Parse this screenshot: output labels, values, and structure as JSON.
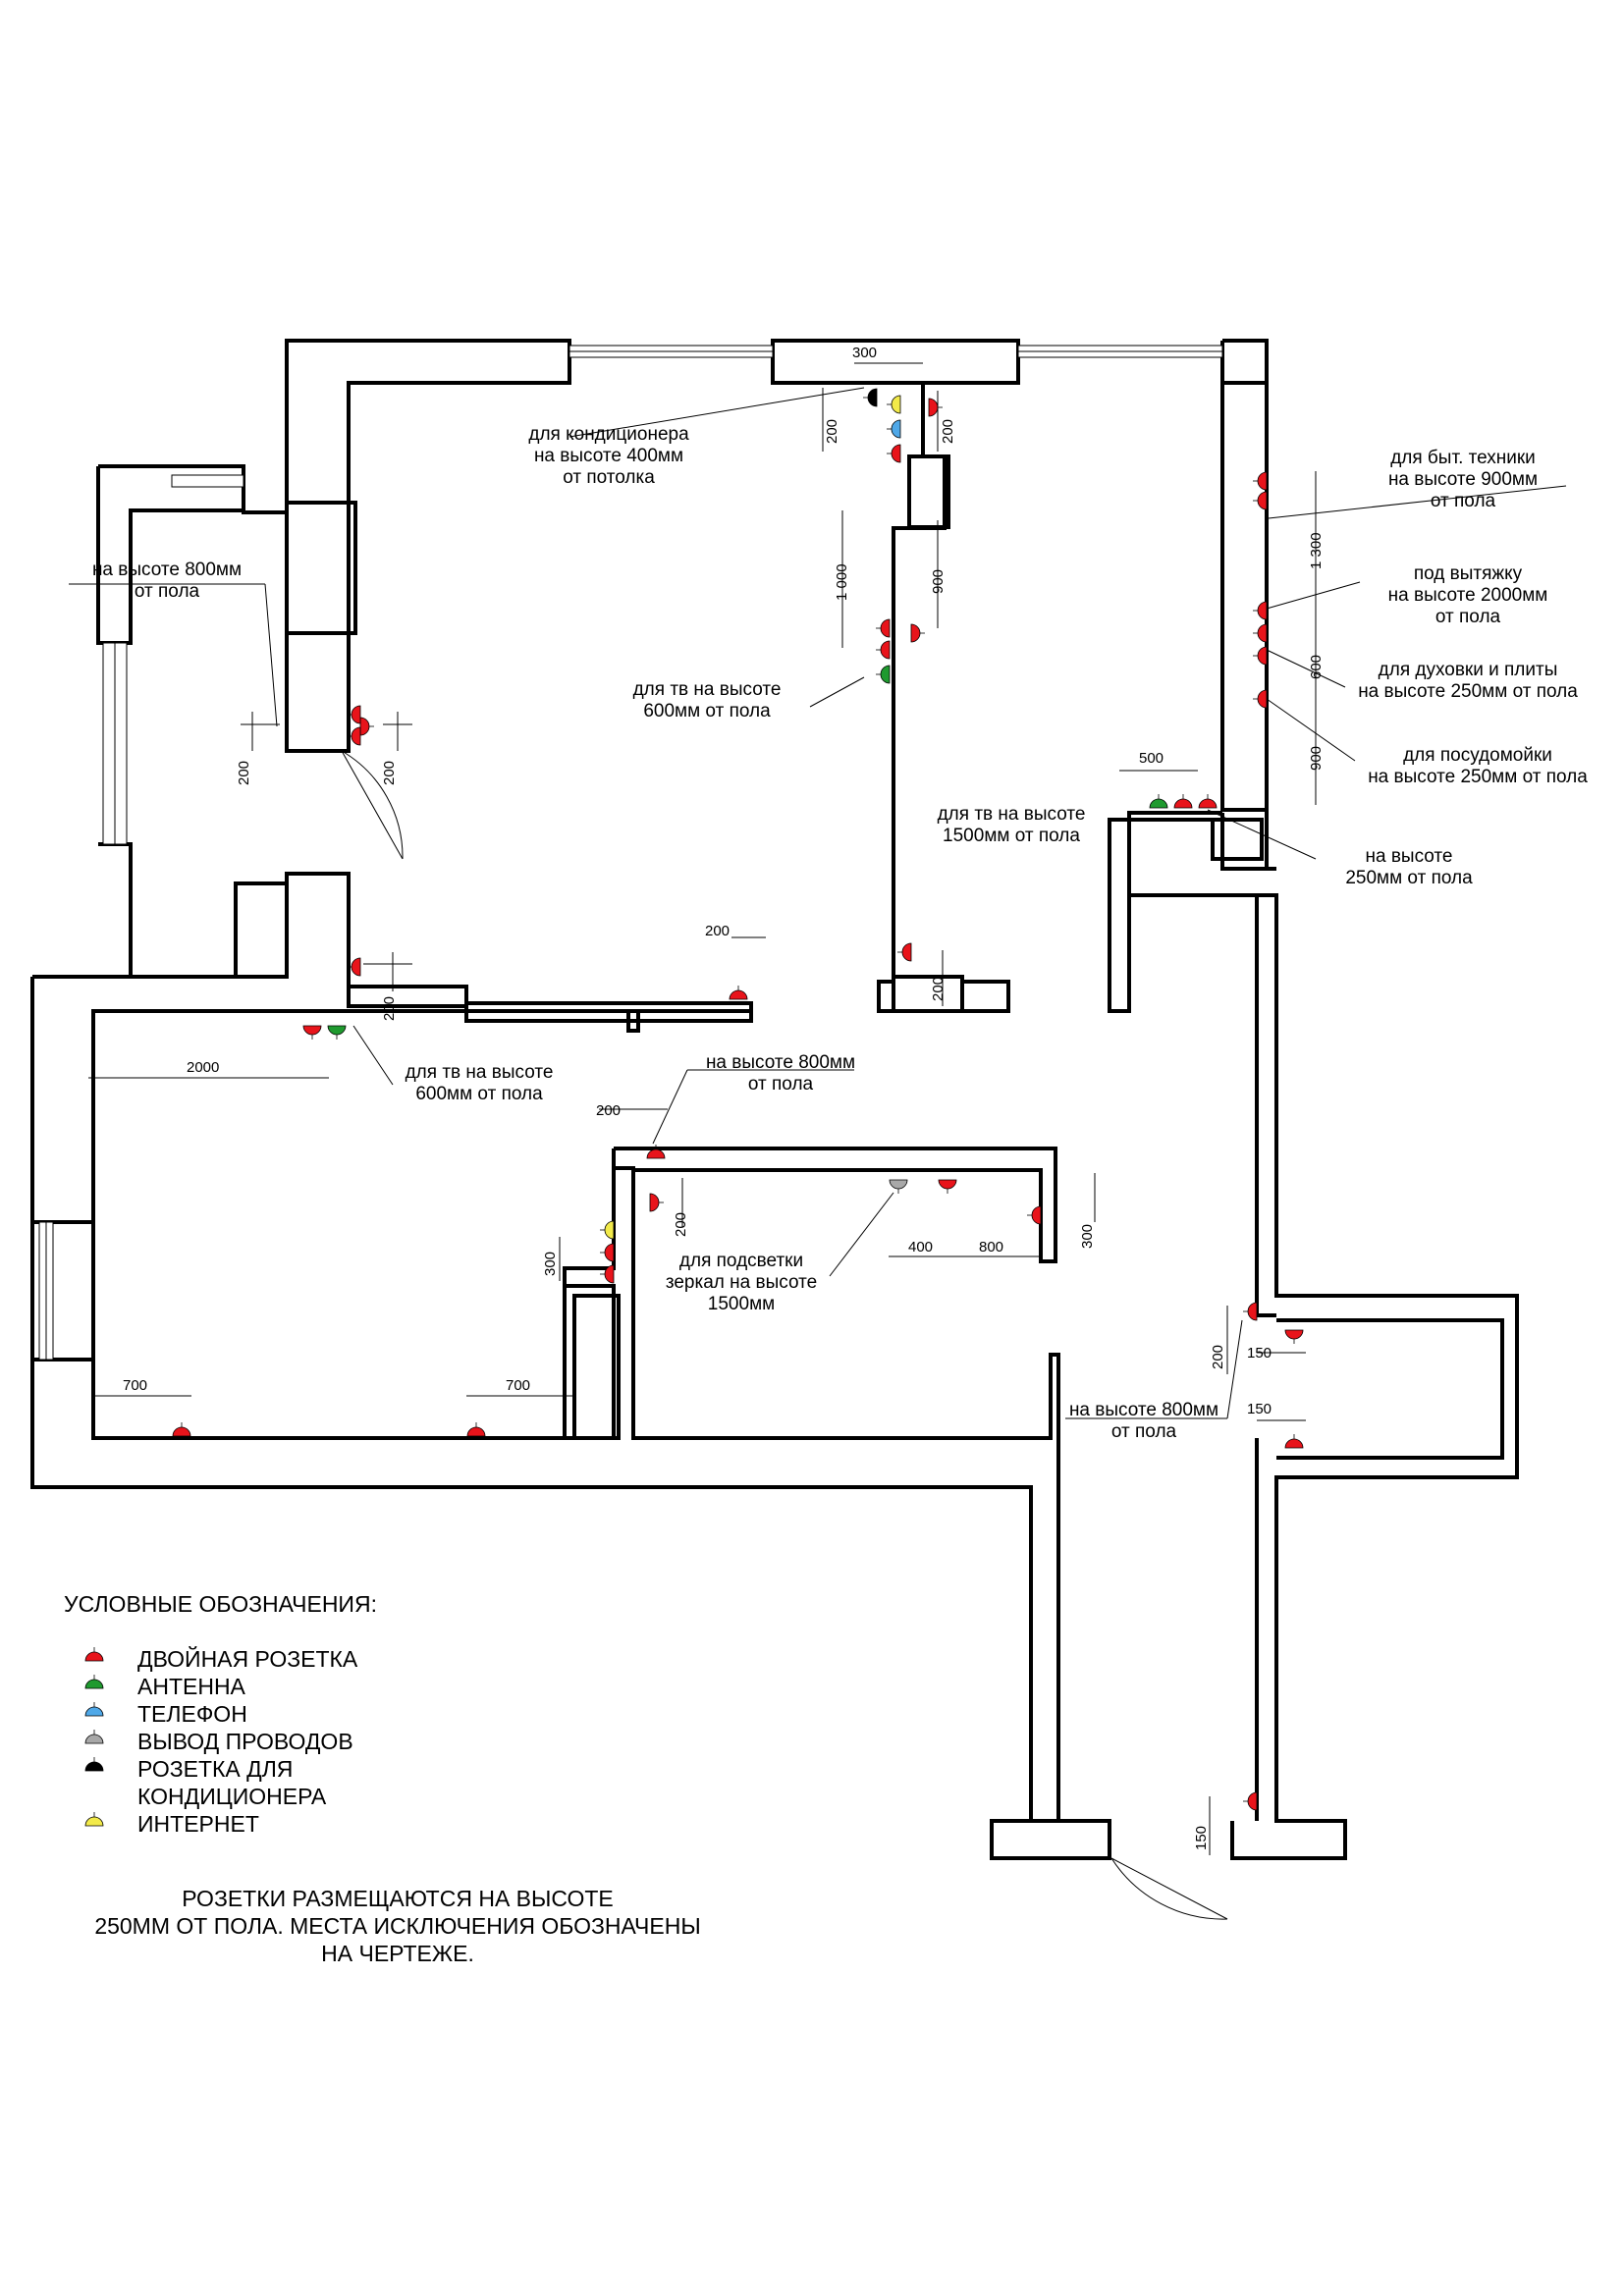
{
  "colors": {
    "socket": "#e8141b",
    "antenna": "#1f9a2f",
    "phone": "#4fa8e8",
    "wires": "#a8a8a8",
    "ac": "#000000",
    "internet": "#f2ea4a"
  },
  "notes": {
    "ac": [
      "для кондиционера",
      "на высоте 400мм",
      "от потолка"
    ],
    "h800_left": [
      "на высоте 800мм",
      "от пола"
    ],
    "tv600_a": [
      "для тв на высоте",
      "600мм от пола"
    ],
    "tv1500": [
      "для тв на высоте",
      "1500мм от пола"
    ],
    "appliances": [
      "для быт. техники",
      "на высоте 900мм",
      "от пола"
    ],
    "hood": [
      "под вытяжку",
      "на высоте 2000мм",
      "от пола"
    ],
    "oven": [
      "для духовки и плиты",
      "на высоте 250мм от пола"
    ],
    "dishwasher": [
      "для посудомойки",
      "на высоте 250мм от пола"
    ],
    "h250": [
      "на высоте",
      "250мм от пола"
    ],
    "tv600_b": [
      "для тв на высоте",
      "600мм от пола"
    ],
    "h800_mid": [
      "на высоте 800мм",
      "от пола"
    ],
    "mirror": [
      "для подсветки",
      "зеркал на высоте",
      "1500мм"
    ],
    "h800_hall": [
      "на высоте 800мм",
      "от пола"
    ]
  },
  "dims": {
    "d300": "300",
    "d200_ac": "200",
    "d200_r": "200",
    "d1000": "1 000",
    "d900_a": "900",
    "d1300": "1 300",
    "d600": "600",
    "d900_b": "900",
    "d500": "500",
    "d200_l1": "200",
    "d200_l2": "200",
    "d200_mid": "200",
    "d200_bot": "200",
    "d200_shaft": "200",
    "d2000": "2000",
    "d200_top": "200",
    "d200_bath": "200",
    "d300_bath": "300",
    "d400": "400",
    "d800": "800",
    "d300_r": "300",
    "d700_a": "700",
    "d700_b": "700",
    "d200_hall": "200",
    "d150_a": "150",
    "d150_b": "150",
    "d150_c": "150"
  },
  "legend": {
    "title": "УСЛОВНЫЕ ОБОЗНАЧЕНИЯ:",
    "items": [
      {
        "label": "ДВОЙНАЯ РОЗЕТКА",
        "color": "socket"
      },
      {
        "label": "АНТЕННА",
        "color": "antenna"
      },
      {
        "label": "ТЕЛЕФОН",
        "color": "phone"
      },
      {
        "label": "ВЫВОД ПРОВОДОВ",
        "color": "wires"
      },
      {
        "label": "РОЗЕТКА ДЛЯ",
        "color": "ac"
      },
      {
        "label": "КОНДИЦИОНЕРА",
        "color": ""
      },
      {
        "label": "ИНТЕРНЕТ",
        "color": "internet"
      }
    ]
  },
  "footer": [
    "РОЗЕТКИ РАЗМЕЩАЮТСЯ НА ВЫСОТЕ",
    "250ММ ОТ ПОЛА. МЕСТА ИСКЛЮЧЕНИЯ ОБОЗНАЧЕНЫ",
    "НА ЧЕРТЕЖЕ."
  ]
}
